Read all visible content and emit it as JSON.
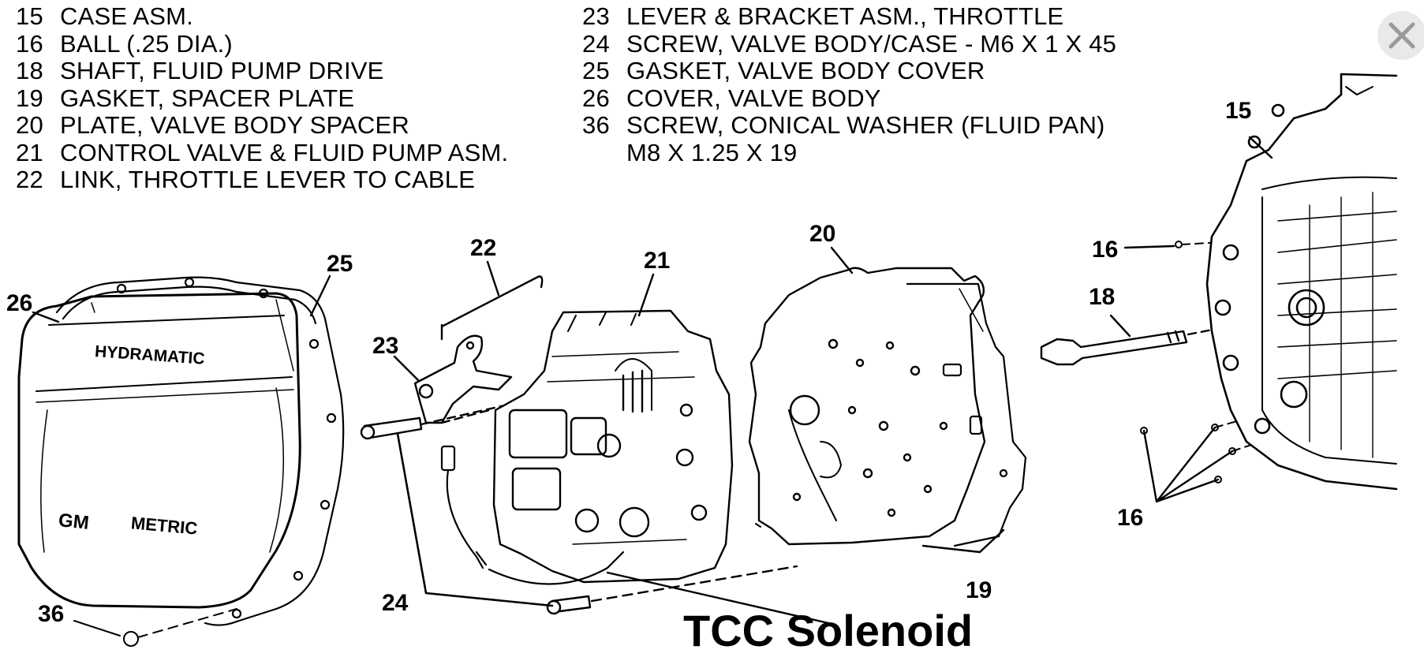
{
  "legend": {
    "left": [
      {
        "num": "15",
        "text": "CASE ASM."
      },
      {
        "num": "16",
        "text": "BALL (.25 DIA.)"
      },
      {
        "num": "18",
        "text": "SHAFT, FLUID PUMP DRIVE"
      },
      {
        "num": "19",
        "text": "GASKET, SPACER PLATE"
      },
      {
        "num": "20",
        "text": "PLATE, VALVE BODY SPACER"
      },
      {
        "num": "21",
        "text": "CONTROL VALVE & FLUID PUMP ASM."
      },
      {
        "num": "22",
        "text": "LINK, THROTTLE LEVER TO CABLE"
      }
    ],
    "right": [
      {
        "num": "23",
        "text": "LEVER & BRACKET ASM., THROTTLE"
      },
      {
        "num": "24",
        "text": "SCREW, VALVE BODY/CASE - M6 X 1 X 45"
      },
      {
        "num": "25",
        "text": "GASKET, VALVE BODY COVER"
      },
      {
        "num": "26",
        "text": "COVER, VALVE BODY"
      },
      {
        "num": "36",
        "text": "SCREW, CONICAL WASHER (FLUID PAN)"
      },
      {
        "num": "",
        "text": "M8 X 1.25 X 19"
      }
    ]
  },
  "callouts": {
    "c15": "15",
    "c16_top": "16",
    "c16_bottom": "16",
    "c18": "18",
    "c19": "19",
    "c20": "20",
    "c21": "21",
    "c22": "22",
    "c23": "23",
    "c24": "24",
    "c25": "25",
    "c26": "26",
    "c36": "36"
  },
  "pan_markings": {
    "brand": "HYDRAMATIC",
    "gm": "GM",
    "metric": "METRIC"
  },
  "tcc_label": "TCC Solenoid",
  "close_icon": "close-icon"
}
